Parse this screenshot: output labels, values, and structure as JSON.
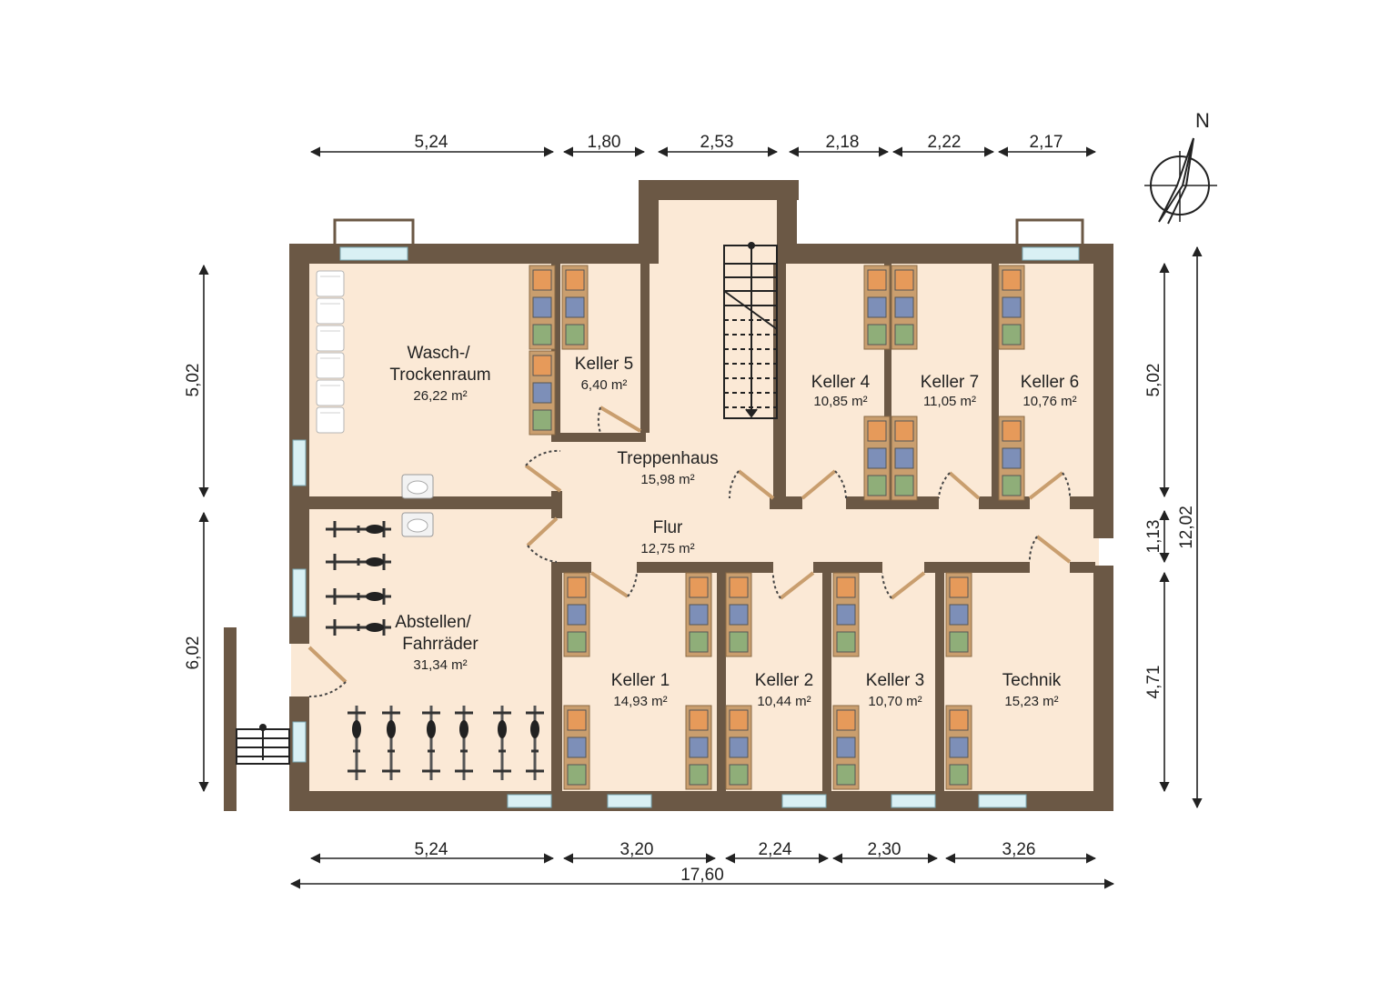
{
  "colors": {
    "wall": "#6b5845",
    "floor": "#fbe9d6",
    "window": "#d9f0f4",
    "shelf_wood": "#c99e6e",
    "box_orange": "#e69a5a",
    "box_blue": "#7d8fb8",
    "box_green": "#8fae79",
    "dim_line": "#222222"
  },
  "compass": {
    "label": "N"
  },
  "rooms": [
    {
      "id": "wasch",
      "lines": [
        "Wasch-/",
        "Trockenraum"
      ],
      "area": "26,22 m²"
    },
    {
      "id": "keller5",
      "lines": [
        "Keller 5"
      ],
      "area": "6,40 m²"
    },
    {
      "id": "treppenhaus",
      "lines": [
        "Treppenhaus"
      ],
      "area": "15,98 m²"
    },
    {
      "id": "keller4",
      "lines": [
        "Keller 4"
      ],
      "area": "10,85 m²"
    },
    {
      "id": "keller7",
      "lines": [
        "Keller 7"
      ],
      "area": "11,05 m²"
    },
    {
      "id": "keller6",
      "lines": [
        "Keller 6"
      ],
      "area": "10,76 m²"
    },
    {
      "id": "flur",
      "lines": [
        "Flur"
      ],
      "area": "12,75 m²"
    },
    {
      "id": "abstellen",
      "lines": [
        "Abstellen/",
        "Fahrräder"
      ],
      "area": "31,34 m²"
    },
    {
      "id": "keller1",
      "lines": [
        "Keller 1"
      ],
      "area": "14,93 m²"
    },
    {
      "id": "keller2",
      "lines": [
        "Keller 2"
      ],
      "area": "10,44 m²"
    },
    {
      "id": "keller3",
      "lines": [
        "Keller 3"
      ],
      "area": "10,70 m²"
    },
    {
      "id": "technik",
      "lines": [
        "Technik"
      ],
      "area": "15,23 m²"
    }
  ],
  "dimensions": {
    "top": [
      "5,24",
      "1,80",
      "2,53",
      "2,18",
      "2,22",
      "2,17"
    ],
    "bottom": [
      "5,24",
      "3,20",
      "2,24",
      "2,30",
      "3,26"
    ],
    "bottom_total": "17,60",
    "left": [
      "5,02",
      "6,02"
    ],
    "right": [
      "5,02",
      "1,13",
      "4,71"
    ],
    "right_total": "12,02"
  }
}
